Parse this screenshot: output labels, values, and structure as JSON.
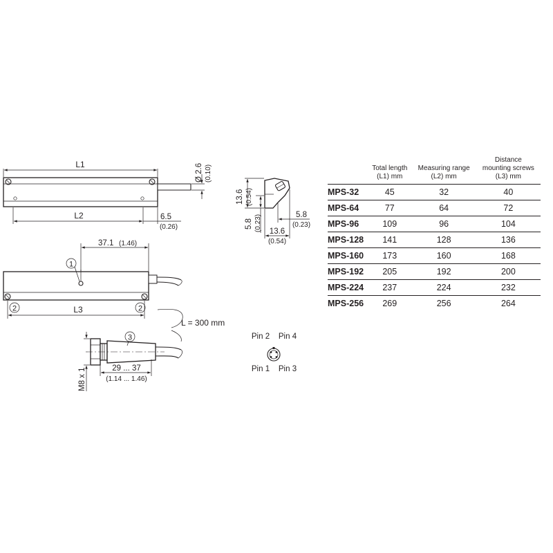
{
  "drawing": {
    "dims": {
      "l1": "L1",
      "l2": "L2",
      "l3": "L3",
      "cable_dia": "Ø 2.6",
      "cable_dia_in": "(0.10)",
      "offset": "6.5",
      "offset_in": "(0.26)",
      "height": "13.6",
      "height_in": "(0.54)",
      "lower_height": "5.8",
      "lower_height_in": "(0.23)",
      "side_width": "5.8",
      "side_width_in": "(0.23)",
      "width": "13.6",
      "width_in": "(0.54)",
      "point_pos": "37.1",
      "point_pos_in": "(1.46)",
      "cable_length": "L = 300 mm",
      "connector_len": "29 ... 37",
      "connector_len_in": "(1.14 ... 1.46)",
      "thread": "M8 x 1"
    },
    "callouts": [
      "1",
      "2",
      "2",
      "3"
    ],
    "pins": [
      "Pin 2",
      "Pin 4",
      "Pin 1",
      "Pin 3"
    ]
  },
  "table": {
    "headers": [
      [
        ""
      ],
      [
        "Total length",
        "(L1) mm"
      ],
      [
        "Measuring range",
        "(L2) mm"
      ],
      [
        "Distance",
        "mounting screws",
        "(L3) mm"
      ]
    ],
    "rows": [
      [
        "MPS-32",
        "45",
        "32",
        "40"
      ],
      [
        "MPS-64",
        "77",
        "64",
        "72"
      ],
      [
        "MPS-96",
        "109",
        "96",
        "104"
      ],
      [
        "MPS-128",
        "141",
        "128",
        "136"
      ],
      [
        "MPS-160",
        "173",
        "160",
        "168"
      ],
      [
        "MPS-192",
        "205",
        "192",
        "200"
      ],
      [
        "MPS-224",
        "237",
        "224",
        "232"
      ],
      [
        "MPS-256",
        "269",
        "256",
        "264"
      ]
    ]
  }
}
